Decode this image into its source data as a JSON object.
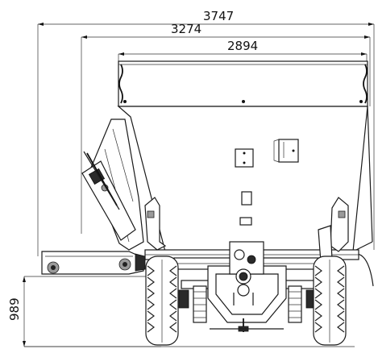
{
  "dimensions": {
    "overall_width": "3747",
    "body_width": "3274",
    "hopper_width": "2894",
    "height": "989"
  }
}
